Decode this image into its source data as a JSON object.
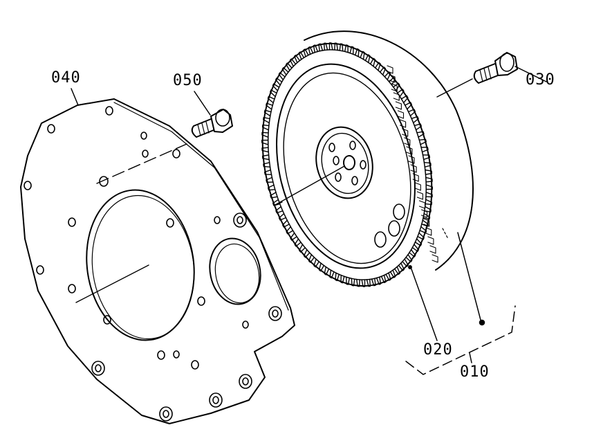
{
  "callouts": {
    "c010": "010",
    "c020": "020",
    "c030": "030",
    "c040": "040",
    "c050": "050"
  },
  "colors": {
    "ink": "#000000",
    "paper": "#ffffff"
  }
}
